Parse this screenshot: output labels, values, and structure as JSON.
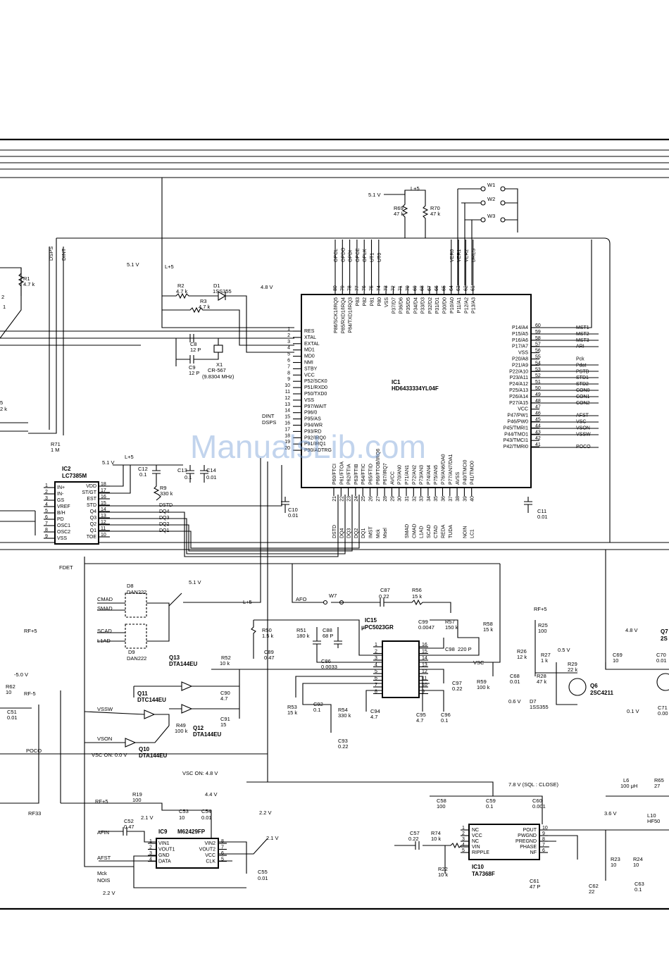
{
  "watermark": "ManualsLib.com",
  "ic1": {
    "ref": "IC1",
    "part": "HD6433334YL04F",
    "left_pins": [
      {
        "n": "1",
        "s": "RES"
      },
      {
        "n": "2",
        "s": "XTAL"
      },
      {
        "n": "3",
        "s": "EXTAL"
      },
      {
        "n": "4",
        "s": "MD1"
      },
      {
        "n": "5",
        "s": "MD0"
      },
      {
        "n": "6",
        "s": "NMI"
      },
      {
        "n": "7",
        "s": "STBY"
      },
      {
        "n": "8",
        "s": "VCC"
      },
      {
        "n": "9",
        "s": "P52/SCK0"
      },
      {
        "n": "10",
        "s": "P51/RXD0"
      },
      {
        "n": "11",
        "s": "P50/TXD0"
      },
      {
        "n": "12",
        "s": "VSS"
      },
      {
        "n": "13",
        "s": "P97/WAIT"
      },
      {
        "n": "14",
        "s": "P96/0"
      },
      {
        "n": "15",
        "s": "P95/AS"
      },
      {
        "n": "16",
        "s": "P94/WR"
      },
      {
        "n": "17",
        "s": "P93/RD"
      },
      {
        "n": "18",
        "s": "P92/IRQ0"
      },
      {
        "n": "19",
        "s": "P91/IRQ1"
      },
      {
        "n": "20",
        "s": "P90/ADTRG"
      }
    ],
    "right_pins": [
      {
        "n": "60",
        "s": "P14/A4",
        "net": "MST1"
      },
      {
        "n": "59",
        "s": "P15/A5",
        "net": "MST2"
      },
      {
        "n": "58",
        "s": "P16/A6",
        "net": "MST3"
      },
      {
        "n": "57",
        "s": "P17/A7",
        "net": "ARI"
      },
      {
        "n": "56",
        "s": "VSS",
        "net": ""
      },
      {
        "n": "55",
        "s": "P20/A8",
        "net": "Pck"
      },
      {
        "n": "54",
        "s": "P21/A9",
        "net": "Pdat"
      },
      {
        "n": "53",
        "s": "P22/A10",
        "net": "PSTB"
      },
      {
        "n": "52",
        "s": "P23/A11",
        "net": "STD1"
      },
      {
        "n": "51",
        "s": "P24/A12",
        "net": "STD2"
      },
      {
        "n": "50",
        "s": "P25/A13",
        "net": "CON0"
      },
      {
        "n": "49",
        "s": "P26/A14",
        "net": "CON1"
      },
      {
        "n": "48",
        "s": "P27/A15",
        "net": "CON2"
      },
      {
        "n": "47",
        "s": "VCC",
        "net": ""
      },
      {
        "n": "46",
        "s": "P47/PW1",
        "net": "AFST"
      },
      {
        "n": "45",
        "s": "P46/PW0",
        "net": "VSC"
      },
      {
        "n": "44",
        "s": "P45/TMRI1",
        "net": "VSON"
      },
      {
        "n": "43",
        "s": "P44/TMO1",
        "net": "VSSW"
      },
      {
        "n": "42",
        "s": "P43/TMCI1",
        "net": ""
      },
      {
        "n": "41",
        "s": "P42/TMRI0",
        "net": "POCO"
      }
    ],
    "top_pins": [
      {
        "n": "80",
        "s": "P86/SCK1/IRQ5",
        "net": "OPCL"
      },
      {
        "n": "79",
        "s": "P85/RXD1/IRQ4",
        "net": "OPDO"
      },
      {
        "n": "78",
        "s": "P84/TXD1/IRQ3",
        "net": "OPDI"
      },
      {
        "n": "77",
        "s": "P83",
        "net": "OPCE"
      },
      {
        "n": "76",
        "s": "P82",
        "net": "OPLK"
      },
      {
        "n": "75",
        "s": "P81",
        "net": "UT1"
      },
      {
        "n": "74",
        "s": "P80",
        "net": "UT0"
      },
      {
        "n": "73",
        "s": "VSS",
        "net": ""
      },
      {
        "n": "72",
        "s": "P37/D7",
        "net": ""
      },
      {
        "n": "71",
        "s": "P36/D6",
        "net": ""
      },
      {
        "n": "70",
        "s": "P35/D5",
        "net": ""
      },
      {
        "n": "69",
        "s": "P34/D4",
        "net": ""
      },
      {
        "n": "68",
        "s": "P33/D3",
        "net": ""
      },
      {
        "n": "67",
        "s": "P32/D2",
        "net": ""
      },
      {
        "n": "66",
        "s": "P31/D1",
        "net": ""
      },
      {
        "n": "65",
        "s": "P30/D0",
        "net": ""
      },
      {
        "n": "64",
        "s": "P10/A0",
        "net": "VER0"
      },
      {
        "n": "63",
        "s": "P11/A1",
        "net": "VER1"
      },
      {
        "n": "62",
        "s": "P12/A2",
        "net": "VER2"
      },
      {
        "n": "61",
        "s": "P13/A3",
        "net": "DRES"
      }
    ],
    "bottom_pins": [
      {
        "n": "21",
        "s": "P60/FTCI",
        "net": "DSTD"
      },
      {
        "n": "22",
        "s": "P61/FTOA",
        "net": "DQ4"
      },
      {
        "n": "23",
        "s": "P62/FTIA",
        "net": "DQ3"
      },
      {
        "n": "24",
        "s": "P63/FTIB",
        "net": "DQ2"
      },
      {
        "n": "25",
        "s": "P64/FTIC",
        "net": "DQ1"
      },
      {
        "n": "26",
        "s": "P65/FTID",
        "net": "IMST"
      },
      {
        "n": "27",
        "s": "P66/FTOB/IRQ6",
        "net": "Mck"
      },
      {
        "n": "28",
        "s": "P67/IRQ7",
        "net": "Msel"
      },
      {
        "n": "29",
        "s": "AVCC",
        "net": ""
      },
      {
        "n": "30",
        "s": "P70/AN0",
        "net": ""
      },
      {
        "n": "31",
        "s": "P71/AN1",
        "net": "SMAD"
      },
      {
        "n": "32",
        "s": "P72/AN2",
        "net": "CMAD"
      },
      {
        "n": "33",
        "s": "P73/AN3",
        "net": "L1AD"
      },
      {
        "n": "34",
        "s": "P74/AN4",
        "net": "SCAD"
      },
      {
        "n": "35",
        "s": "P75/AN5",
        "net": "CTAD"
      },
      {
        "n": "36",
        "s": "P76/AN6/DA0",
        "net": "REDA"
      },
      {
        "n": "37",
        "s": "P77/AN7/DA1",
        "net": "TUDA"
      },
      {
        "n": "38",
        "s": "AVSS",
        "net": ""
      },
      {
        "n": "39",
        "s": "P40/TMCI0",
        "net": "NOIN"
      },
      {
        "n": "40",
        "s": "P41/TMO0",
        "net": "LC1"
      }
    ]
  },
  "ic2": {
    "ref": "IC2",
    "part": "LC7385M",
    "left_pins": [
      {
        "n": "1",
        "s": "IN+"
      },
      {
        "n": "2",
        "s": "IN-"
      },
      {
        "n": "3",
        "s": "GS"
      },
      {
        "n": "4",
        "s": "VREF"
      },
      {
        "n": "5",
        "s": "B/H"
      },
      {
        "n": "6",
        "s": "PD"
      },
      {
        "n": "7",
        "s": "OSC1"
      },
      {
        "n": "8",
        "s": "OSC2"
      },
      {
        "n": "9",
        "s": "VSS"
      }
    ],
    "right_pins": [
      {
        "n": "18",
        "s": "VDD",
        "net": ""
      },
      {
        "n": "17",
        "s": "ST/GT",
        "net": ""
      },
      {
        "n": "16",
        "s": "EST",
        "net": ""
      },
      {
        "n": "15",
        "s": "STD",
        "net": "DSTD"
      },
      {
        "n": "14",
        "s": "Q4",
        "net": "DQ4"
      },
      {
        "n": "13",
        "s": "Q3",
        "net": "DQ3"
      },
      {
        "n": "12",
        "s": "Q2",
        "net": "DQ2"
      },
      {
        "n": "11",
        "s": "Q1",
        "net": "DQ1"
      },
      {
        "n": "10",
        "s": "TOE",
        "net": ""
      }
    ]
  },
  "ic9": {
    "ref": "IC9",
    "part": "M62429FP",
    "left_pins": [
      {
        "n": "1",
        "s": "VIN1"
      },
      {
        "n": "2",
        "s": "VOUT1"
      },
      {
        "n": "3",
        "s": "GND"
      },
      {
        "n": "4",
        "s": "DATA"
      }
    ],
    "right_pins": [
      {
        "n": "8",
        "s": "VIN2"
      },
      {
        "n": "7",
        "s": "VOUT2"
      },
      {
        "n": "6",
        "s": "VCC"
      },
      {
        "n": "5",
        "s": "CLK"
      }
    ]
  },
  "ic10": {
    "ref": "IC10",
    "part": "TA7368F",
    "left_pins": [
      {
        "n": "1",
        "s": "NC"
      },
      {
        "n": "2",
        "s": "VCC"
      },
      {
        "n": "3",
        "s": "NC"
      },
      {
        "n": "4",
        "s": "VIN"
      },
      {
        "n": "5",
        "s": "RIPPLE"
      }
    ],
    "right_pins": [
      {
        "n": "10",
        "s": "POUT"
      },
      {
        "n": "9",
        "s": "PWGND"
      },
      {
        "n": "8",
        "s": "PREGND"
      },
      {
        "n": "7",
        "s": "PHASE"
      },
      {
        "n": "6",
        "s": "NF"
      }
    ]
  },
  "ic15": {
    "ref": "IC15",
    "part": "μPC5023GR",
    "left_pins": [
      "1",
      "2",
      "3",
      "4",
      "5",
      "6",
      "7",
      "8"
    ],
    "right_pins": [
      "16",
      "15",
      "14",
      "13",
      "12",
      "11",
      "10",
      "9"
    ]
  },
  "labels": {
    "v51_top": "5.1 V",
    "l5_top": "L+5",
    "r69": "R69",
    "r69_val": "47 k",
    "r70": "R70",
    "r70_val": "47 k",
    "w1": "W1",
    "w2": "W2",
    "w3": "W3",
    "dsps": "DSPS",
    "dint": "DINT",
    "r1": "R1",
    "r1_val": "4.7 k",
    "v51_a": "5.1 V",
    "l5_a": "L+5",
    "r2": "R2",
    "r2_val": "4.7 k",
    "d1": "D1",
    "d1_val": "1SS355",
    "v48": "4.8 V",
    "r3": "R3",
    "r3_val": "4.7 k",
    "c8": "C8",
    "c8_val": "12 P",
    "c9": "C9",
    "c9_val": "12 P",
    "x1": "X1",
    "x1_val": "CR-567",
    "x1_freq": "(9.8304 MHz)",
    "dint2": "DINT",
    "dsps2": "DSPS",
    "r71": "R71",
    "r71_val": "1 M",
    "v51_b": "5.1 V",
    "l5_b": "L+5",
    "c12": "C12",
    "c12_val": "0.1",
    "c13": "C13",
    "c13_val": "0.1",
    "c14": "C14",
    "c14_val": "0.01",
    "r9": "R9",
    "r9_val": "330 k",
    "c10": "C10",
    "c10_val": "0.01",
    "c11": "C11",
    "c11_val": "0.01",
    "fdet": "FDET",
    "edge_2": "2",
    "edge_1": "1",
    "edge_5": "5",
    "edge_2k": "2 k",
    "cmad": "CMAD",
    "smad": "SMAD",
    "scad": "SCAD",
    "l1ad": "L1AD",
    "d8": "D8",
    "d8_val": "DAN222",
    "d9": "D9",
    "d9_val": "DAN222",
    "v51_c": "5.1 V",
    "l5_c": "L+5",
    "afo": "AFO",
    "w7": "W7",
    "c87": "C87",
    "c87_val": "0.22",
    "r56": "R56",
    "r56_val": "15 k",
    "r50": "R50",
    "r50_val": "1.5 k",
    "c89": "C89",
    "c89_val": "0.47",
    "r51": "R51",
    "r51_val": "180 k",
    "c88": "C88",
    "c88_val": "68 P",
    "c86": "C86",
    "c86_val": "0.0033",
    "c99": "C99",
    "c99_val": "0.0047",
    "r57": "R57",
    "r57_val": "150 k",
    "r58": "R58",
    "r58_val": "15 k",
    "c98": "C98",
    "c98_val": "220 P",
    "vsc": "VSC",
    "r59": "R59",
    "r59_val": "100 k",
    "c97": "C97",
    "c97_val": "0.22",
    "c95": "C95",
    "c95_val": "4.7",
    "c96": "C96",
    "c96_val": "0.1",
    "r53": "R53",
    "r53_val": "15 k",
    "c92": "C92",
    "c92_val": "0.1",
    "r54": "R54",
    "r54_val": "330 k",
    "c94": "C94",
    "c94_val": "4.7",
    "c93": "C93",
    "c93_val": "0.22",
    "q13": "Q13",
    "q13_val": "DTA144EU",
    "r52": "R52",
    "r52_val": "10 k",
    "q11": "Q11",
    "q11_val": "DTC144EU",
    "c90": "C90",
    "c90_val": "4.7",
    "c91": "C91",
    "c91_val": "15",
    "r49": "R49",
    "r49_val": "100 k",
    "q12": "Q12",
    "q12_val": "DTA144EU",
    "vssw": "VSSW",
    "vson": "VSON",
    "poco": "POCO",
    "q10": "Q10",
    "q10_val": "DTA144EU",
    "vsc_on": "VSC ON: 0.0 V",
    "vsc_on2": "VSC ON: 4.8 V",
    "rf5": "RF+5",
    "v50n": "-5.0 V",
    "r62": "R62",
    "r62_val": "10",
    "rf_minus": "RF-5",
    "c51": "C51",
    "c51_val": "0.01",
    "rf33": "RF33",
    "rf5_b": "RF+5",
    "r19": "R19",
    "r19_val": "100",
    "v44": "4.4 V",
    "c53": "C53",
    "c53_val": "10",
    "c54": "C54",
    "c54_val": "0.01",
    "c52": "C52",
    "c52_val": "0.47",
    "v21_a": "2.1 V",
    "v22_a": "2.2 V",
    "v21_b": "2.1 V",
    "afin": "AFIN",
    "afst": "AFST",
    "mck": "Mck",
    "nois": "NOIS",
    "v22_b": "2.2 V",
    "c55": "C55",
    "c55_val": "0.01",
    "v78": "7.8 V (SQL : CLOSE)",
    "c58": "C58",
    "c58_val": "100",
    "c59": "C59",
    "c59_val": "0.1",
    "c60": "C60",
    "c60_val": "0.001",
    "c57": "C57",
    "c57_val": "0.22",
    "r74": "R74",
    "r74_val": "10 k",
    "r22": "R22",
    "r22_val": "10 k",
    "c61": "C61",
    "c61_val": "47 P",
    "l6": "L6",
    "l6_val": "100 μH",
    "r65": "R65",
    "r65_val": "27",
    "v36": "3.6 V",
    "l10": "L10",
    "l10_val": "HF50",
    "r23": "R23",
    "r23_val": "10",
    "r24": "R24",
    "r24_val": "10",
    "c62": "C62",
    "c62_val": "22",
    "c63": "C63",
    "c63_val": "0.1",
    "rf5_c": "RF+5",
    "r25": "R25",
    "r25_val": "100",
    "r26": "R26",
    "r26_val": "12 k",
    "r27": "R27",
    "r27_val": "1 k",
    "v05": "0.5 V",
    "r28": "R28",
    "r28_val": "47 k",
    "c68": "C68",
    "c68_val": "0.01",
    "v06": "0.6 V",
    "d7": "D7",
    "d7_val": "1SS355",
    "r29": "R29",
    "r29_val": "22 k",
    "q6": "Q6",
    "q6_val": "2SC4211",
    "c69": "C69",
    "c69_val": "10",
    "v48b": "4.8 V",
    "q7": "Q7",
    "q7_val": "2S",
    "c70": "C70",
    "c70_val": "0.01",
    "v01": "0.1 V",
    "c71": "C71",
    "c71_val": "0.00"
  }
}
